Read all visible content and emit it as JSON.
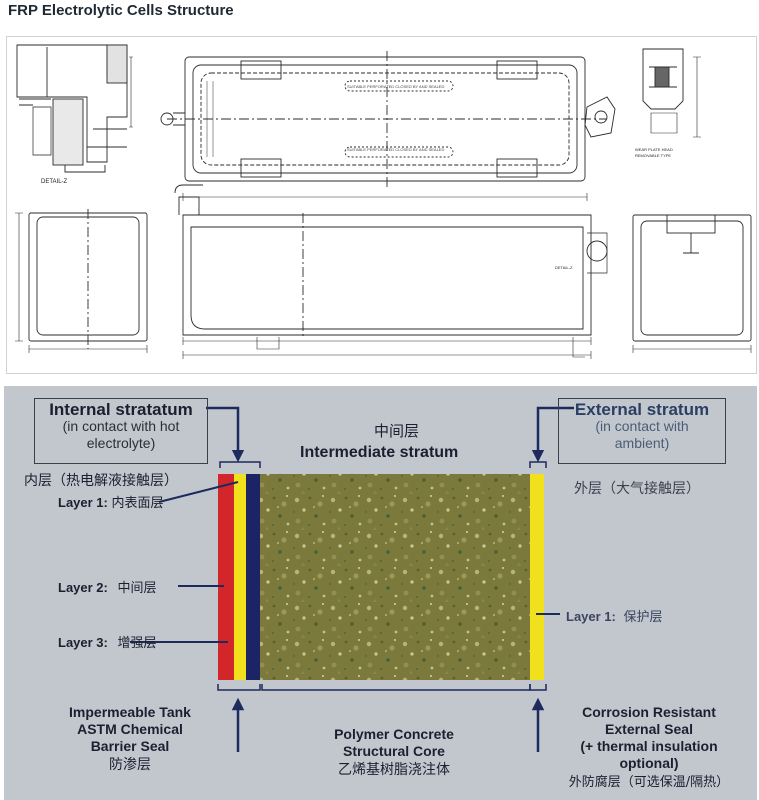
{
  "page_title": "FRP Electrolytic Cells Structure",
  "drawing": {
    "detail_label": "DETAIL-Z",
    "top_note_upper": "SUITABLE PERFORATED CLOSED BY AND SEALED",
    "top_note_lower": "SUITABLE PERFORATED CLOSED BY AND SEALED",
    "wear_plate_note_1": "WEAR PLATE HEAD",
    "wear_plate_note_2": "REMOVABLE TYPE",
    "section_note": "DETAIL-Z"
  },
  "layers": {
    "internal_title": "Internal stratatum",
    "internal_sub_1": "(in contact with hot",
    "internal_sub_2": "electrolyte)",
    "internal_cn": "内层（热电解液接触层）",
    "intermediate_cn": "中间层",
    "intermediate_title": "Intermediate stratum",
    "external_title": "External stratum",
    "external_sub_1": "(in contact with",
    "external_sub_2": "ambient)",
    "external_cn": "外层（大气接触层）",
    "layer1_label": "Layer 1:",
    "layer1_cn": "内表面层",
    "layer2_label": "Layer 2:",
    "layer2_cn": "中间层",
    "layer3_label": "Layer 3:",
    "layer3_cn": "增强层",
    "outer_layer1_label": "Layer 1:",
    "outer_layer1_cn": "保护层",
    "bottom_left_1": "Impermeable Tank",
    "bottom_left_2": "ASTM Chemical",
    "bottom_left_3": "Barrier Seal",
    "bottom_left_cn": "防渗层",
    "bottom_mid_1": "Polymer Concrete",
    "bottom_mid_2": "Structural Core",
    "bottom_mid_cn": "乙烯基树脂浇注体",
    "bottom_right_1": "Corrosion Resistant",
    "bottom_right_2": "External Seal",
    "bottom_right_3": "(+ thermal insulation",
    "bottom_right_4": "optional)",
    "bottom_right_cn": "外防腐层（可选保温/隔热）"
  },
  "colors": {
    "layer_red": "#d3262b",
    "layer_yellow": "#f1e01c",
    "layer_navy": "#1c2466",
    "core_base": "#7e7a3d",
    "arrow_navy": "#1c2a5e",
    "background_grey": "#c2c7cd"
  }
}
